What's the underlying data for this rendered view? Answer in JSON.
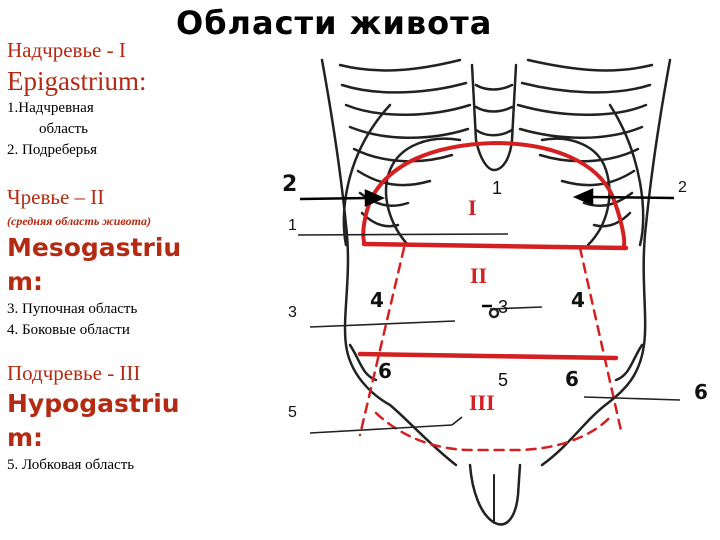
{
  "title": "Области живота",
  "colors": {
    "region_red": "#b52a12",
    "line_red": "#d42020",
    "body_line": "#222222"
  },
  "left_panel": {
    "s1_heading": "Надчревье - I",
    "s1_latin": "Epigastrium:",
    "s1_item1a": "1.Надчревная",
    "s1_item1b": "область",
    "s1_item2": "2. Подреберья",
    "s2_heading": "Чревье – II",
    "s2_sub": "(средняя область живота)",
    "s2_latin_a": "Mesogastriu",
    "s2_latin_b": "m:",
    "s2_item3": "3. Пупочная   область",
    "s2_item4": "4. Боковые   области",
    "s3_heading": "Подчревье - III",
    "s3_latin_a": "Hypogastriu",
    "s3_latin_b": "m:",
    "s3_item5": "5. Лобковая  область"
  },
  "diagram": {
    "roman_1": "I",
    "roman_2": "II",
    "roman_3": "III",
    "num_1_center": "1",
    "num_1_left": "1",
    "num_2_left": "2",
    "num_2_right": "2",
    "num_3_left": "3",
    "num_3_center": "3",
    "num_4_left": "4",
    "num_4_right": "4",
    "num_5_left": "5",
    "num_5_center": "5",
    "num_6_left": "6",
    "num_6_mid": "6",
    "num_6_right": "6"
  }
}
